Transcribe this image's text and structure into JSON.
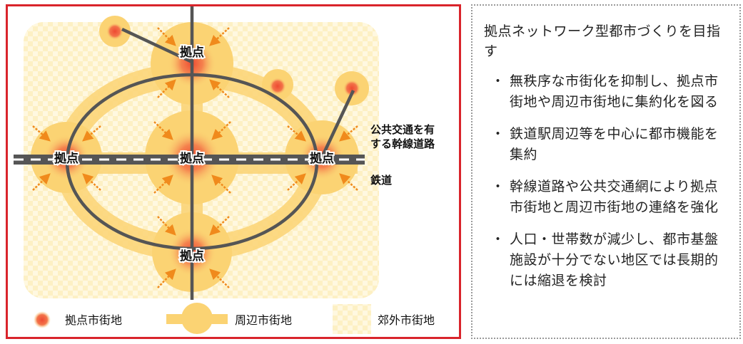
{
  "diagram": {
    "node_label": "拠点",
    "road_label_line1": "公共交通を有",
    "road_label_line2": "する幹線道路",
    "rail_label": "鉄道",
    "legend": {
      "core": "拠点市街地",
      "surrounding": "周辺市街地",
      "suburban": "郊外市街地"
    },
    "colors": {
      "frame": "#d9242b",
      "core": "#f0553a",
      "surrounding": "#fbd373",
      "suburban": "#fdf2c8",
      "arrow": "#f08a1c",
      "road": "#555555"
    }
  },
  "panel": {
    "title": "拠点ネットワーク型都市づくりを目指す",
    "bullet_symbol": "・",
    "bullets": [
      "無秩序な市街化を抑制し、拠点市街地や周辺市街地に集約化を図る",
      "鉄道駅周辺等を中心に都市機能を集約",
      "幹線道路や公共交通網により拠点市街地と周辺市街地の連絡を強化",
      "人口・世帯数が減少し、都市基盤施設が十分でない地区では長期的には縮退を検討"
    ]
  }
}
